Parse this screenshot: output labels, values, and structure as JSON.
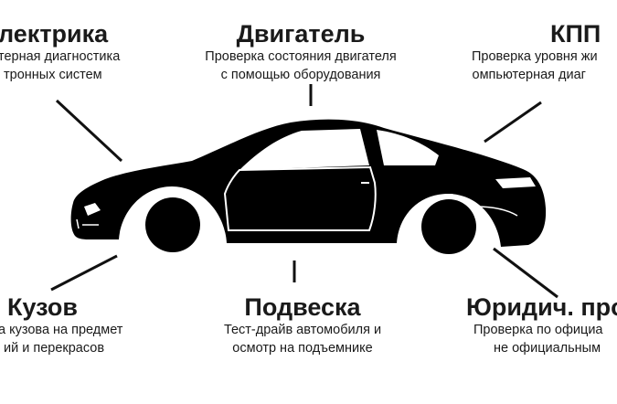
{
  "sections": {
    "electrics": {
      "title": "лектрика",
      "line1": "терная диагностика",
      "line2": "тронных систем"
    },
    "engine": {
      "title": "Двигатель",
      "line1": "Проверка состояния двигателя",
      "line2": "с помощью оборудования"
    },
    "gearbox": {
      "title": "КПП",
      "line1": "Проверка уровня жи",
      "line2": "компьютерная диаг"
    },
    "body": {
      "title": "Кузов",
      "line1": "а кузова на предмет",
      "line2": "ий и перекрасов"
    },
    "suspension": {
      "title": "Подвеска",
      "line1": "Тест-драйв автомобиля и",
      "line2": "осмотр на подъемнике"
    },
    "legal": {
      "title": "Юридич. про",
      "line1": "Проверка по официа",
      "line2": "не официальным"
    }
  },
  "car": {
    "icon": "sports-car-silhouette-icon",
    "color": "#000000"
  },
  "connector_color": "#111111"
}
